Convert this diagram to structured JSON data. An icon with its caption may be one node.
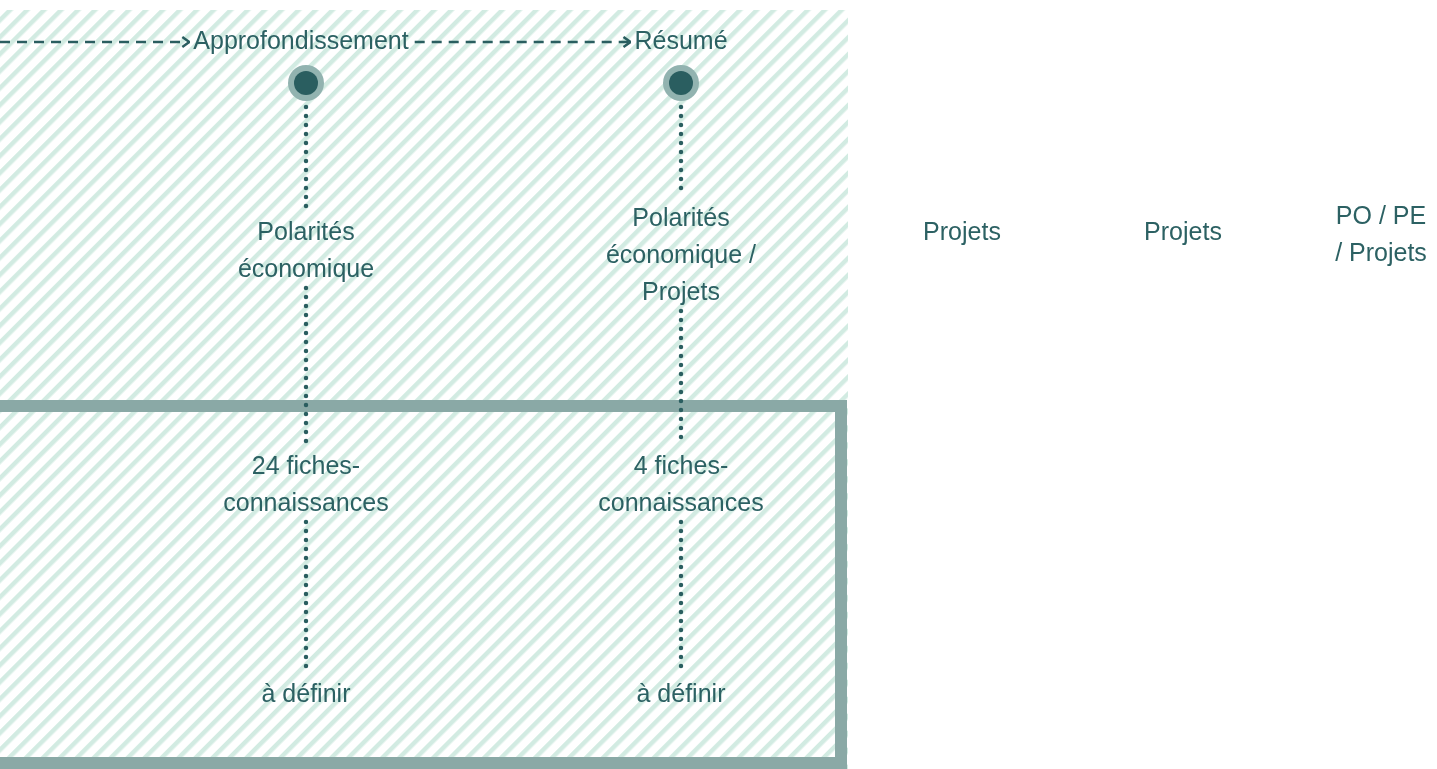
{
  "diagram": {
    "nodes": [
      {
        "text": [
          "Approfondissement"
        ]
      },
      {
        "text": [
          "Résumé"
        ]
      },
      {
        "text": [],
        "shape": "circle"
      },
      {
        "text": [],
        "shape": "circle"
      },
      {
        "text": [
          "Polarités économique"
        ]
      },
      {
        "text": [
          "Polarités économique / Projets"
        ]
      },
      {
        "text": [],
        "shape": "box"
      },
      {
        "text": [
          "24 fiches-connaissances"
        ],
        "in": 6
      },
      {
        "text": [
          "4 fiches-connaissances"
        ],
        "in": 6
      },
      {
        "text": [
          "à définir"
        ],
        "in": 6
      },
      {
        "text": [
          "à définir"
        ],
        "in": 6
      }
    ],
    "edges": [
      {
        "from": null,
        "to": 0,
        "arrow": "to",
        "style": "dashed"
      },
      {
        "from": 0,
        "to": 1,
        "arrow": "to",
        "style": "dashed"
      },
      {
        "from": 2,
        "to": 4,
        "arrow": "none"
      },
      {
        "from": 4,
        "to": 7,
        "arrow": "none"
      },
      {
        "from": 7,
        "to": 9,
        "arrow": "none"
      },
      {
        "from": 3,
        "to": 5,
        "arrow": "none"
      },
      {
        "from": 5,
        "to": 8,
        "arrow": "none"
      },
      {
        "from": 8,
        "to": 10,
        "arrow": "none"
      }
    ],
    "labels": [
      "Projets",
      "Projets",
      "PO / PE / Projets"
    ]
  }
}
